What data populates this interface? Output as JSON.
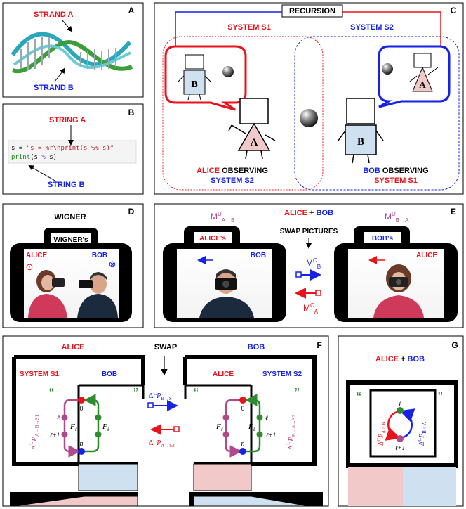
{
  "colors": {
    "red": "#e8141c",
    "blue": "#1622e6",
    "purple": "#b04a8a",
    "green": "#2e8b2e",
    "pink": "#f2c9c9",
    "lightblue": "#cfe0f0",
    "black": "#000000"
  },
  "panelA": {
    "letter": "A",
    "strand_a": "STRAND A",
    "strand_b": "STRAND B"
  },
  "panelB": {
    "letter": "B",
    "string_a": "STRING A",
    "string_b": "STRING B",
    "code": {
      "line1_a": "s = ",
      "line1_str": "\"s = %r\\nprint(s %% s)\"",
      "line2_fn": "print",
      "line2_open": "(s ",
      "line2_op": "%",
      "line2_close": " s)"
    }
  },
  "panelC": {
    "letter": "C",
    "recursion": "RECURSION",
    "system_s1": "SYSTEM S1",
    "system_s2": "SYSTEM S2",
    "alice_observing": {
      "name": "ALICE",
      "verb": " OBSERVING",
      "system": "SYSTEM S2"
    },
    "bob_observing": {
      "name": "BOB",
      "verb": " OBSERVING",
      "system": "SYSTEM S1"
    },
    "box_b": "B",
    "triangle_a": "A"
  },
  "panelD": {
    "letter": "D",
    "title": "WIGNER",
    "screen_label": "WIGNER's",
    "alice": "ALICE",
    "bob": "BOB",
    "icon_odot": "⊙",
    "icon_otimes": "⊗"
  },
  "panelE": {
    "letter": "E",
    "title_alice": "ALICE",
    "title_plus": " + ",
    "title_bob": "BOB",
    "swap_pictures": "SWAP PICTURES",
    "left_screen": "ALICE's",
    "right_screen": "BOB's",
    "left_name": "BOB",
    "right_name": "ALICE",
    "mu_ab_base": "M",
    "mu_ab_sup": "U",
    "mu_ab_sub": "A→B",
    "mu_ba_base": "M",
    "mu_ba_sup": "U",
    "mu_ba_sub": "B→A",
    "mc_b_base": "M",
    "mc_b_sup": "C",
    "mc_b_sub": "B",
    "mc_a_base": "M",
    "mc_a_sup": "C",
    "mc_a_sub": "A"
  },
  "panelF": {
    "letter": "F",
    "alice": "ALICE",
    "swap": "SWAP",
    "bob": "BOB",
    "left_system": "SYSTEM S1",
    "left_other": "BOB",
    "right_self": "ALICE",
    "right_system": "SYSTEM S2",
    "quote_open": "“",
    "quote_close": "”",
    "node_top": "0",
    "node_l": "ℓ",
    "node_l1": "ℓ+1",
    "node_n": "n",
    "f_label": "F",
    "f_sub": "ℓ",
    "du_left_pre": "Δ",
    "du_left_sup": "U",
    "du_left_p": "P",
    "du_left_sub": "A→B→S1",
    "du_right_pre": "Δ",
    "du_right_sup": "U",
    "du_right_p": "P",
    "du_right_sub": "B→A→S2",
    "dc_b_pre": "Δ",
    "dc_b_sup": "C",
    "dc_b_p": "P",
    "dc_b_sub": "B→S",
    "dc_a_pre": "Δ",
    "dc_a_sup": "C",
    "dc_a_p": "P",
    "dc_a_sub": "A→S2"
  },
  "panelG": {
    "letter": "G",
    "title_alice": "ALICE",
    "title_plus": " + ",
    "title_bob": "BOB",
    "quote_open": "“",
    "quote_close": "”",
    "node_l": "ℓ",
    "node_l1": "ℓ+1",
    "dc_a_pre": "Δ",
    "dc_a_sup": "C",
    "dc_a_p": "P",
    "dc_a_sub": "A ○ B",
    "dc_b_pre": "Δ",
    "dc_b_sup": "C",
    "dc_b_p": "P",
    "dc_b_sub": "B ○ A"
  }
}
